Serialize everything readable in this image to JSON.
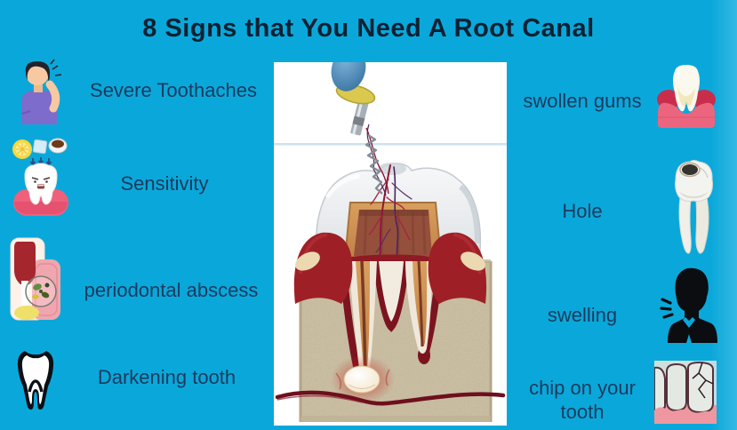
{
  "title": "8 Signs that You Need A Root Canal",
  "colors": {
    "background": "#0aa8da",
    "title_text": "#0d2133",
    "label_text": "#1d3a5e",
    "panel_background": "#ffffff"
  },
  "left_signs": [
    {
      "label": "Severe Toothaches",
      "icon": "person-holding-cheek-toothache-icon"
    },
    {
      "label": "Sensitivity",
      "icon": "tooth-with-cold-hot-foods-icon"
    },
    {
      "label": "periodontal abscess",
      "icon": "tooth-cross-section-abscess-icon"
    },
    {
      "label": "Darkening tooth",
      "icon": "black-tooth-outline-icon"
    }
  ],
  "right_signs": [
    {
      "label": "swollen gums",
      "icon": "tooth-in-swollen-gums-icon"
    },
    {
      "label": "Hole",
      "icon": "molar-with-cavity-hole-icon"
    },
    {
      "label": "swelling",
      "icon": "man-silhouette-jaw-pain-icon"
    },
    {
      "label": "chip on your tooth",
      "icon": "chipped-front-teeth-icon"
    }
  ],
  "center_illustration": {
    "name": "root-canal-procedure-cross-section"
  }
}
